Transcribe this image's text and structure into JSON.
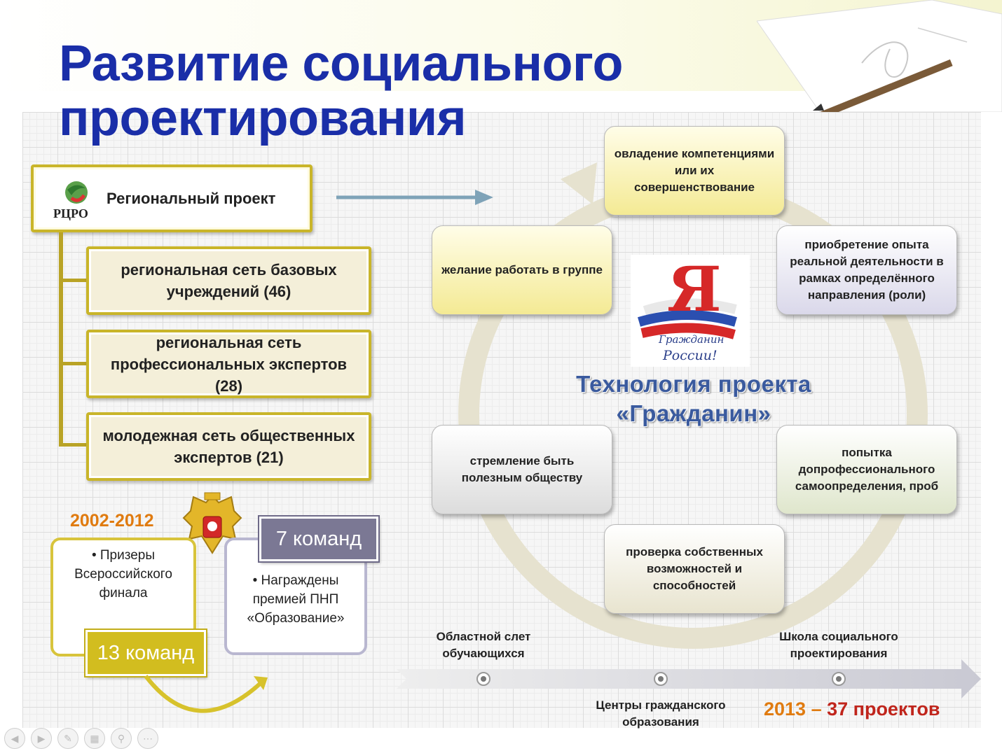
{
  "title": {
    "line1": "Развитие социального",
    "line2": "проектирования"
  },
  "regional": {
    "logo_text": "РЦРО",
    "label": "Региональный проект",
    "items": [
      {
        "text": "региональная сеть  базовых учреждений (46)"
      },
      {
        "text": "региональная сеть профессиональных экспертов (28)"
      },
      {
        "text": "молодежная сеть общественных экспертов  (21)"
      }
    ]
  },
  "history": {
    "years": "2002-2012",
    "card1_text": "• Призеры Всероссийского финала",
    "card1_team": "13 команд",
    "card2_team": "7 команд",
    "card2_text": "• Награждены премией ПНП «Образование»"
  },
  "cycle": {
    "top": "овладение компетенциями или их совершенствование",
    "top_right": "приобретение опыта реальной деятельности в рамках определённого направления (роли)",
    "bottom_right": "попытка допрофессионального самоопределения, проб",
    "bottom": "проверка собственных возможностей и способностей",
    "bottom_left": "стремление быть полезным обществу",
    "top_left": "желание работать в группе",
    "center_line1": "Технология проекта",
    "center_line2": "«Гражданин»",
    "logo_text1": "Гражданин",
    "logo_text2": "России!",
    "logo_letter": "Я"
  },
  "timeline": {
    "label1": "Областной слет обучающихся",
    "label2": "Центры гражданского образования",
    "label3": "Школа социального проектирования",
    "result_year": "2013",
    "result_dash": " – ",
    "result_count": "37 проектов"
  },
  "colors": {
    "title": "#1a2ea8",
    "gold": "#c9b52a",
    "orange": "#e07b10",
    "red": "#c0251c"
  },
  "nav_icons": [
    "prev-icon",
    "next-icon",
    "pen-icon",
    "slides-icon",
    "zoom-icon",
    "more-icon"
  ]
}
